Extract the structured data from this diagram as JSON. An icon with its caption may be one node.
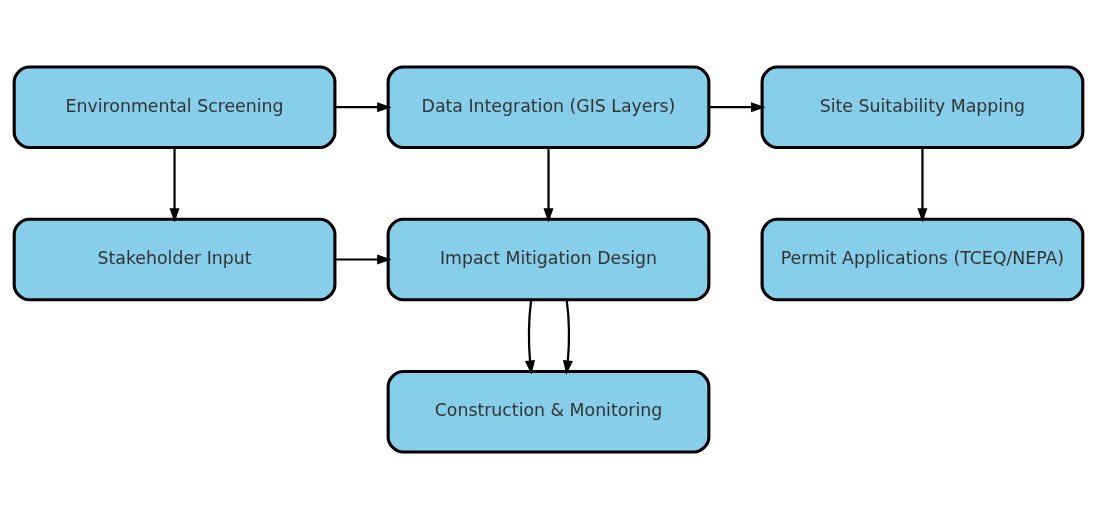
{
  "diagram": {
    "nodes": [
      {
        "text": [
          "Environmental Screening"
        ]
      },
      {
        "text": [
          "Data Integration (GIS Layers)"
        ]
      },
      {
        "text": [
          "Site Suitability Mapping"
        ]
      },
      {
        "text": [
          "Stakeholder Input"
        ]
      },
      {
        "text": [
          "Impact Mitigation Design"
        ]
      },
      {
        "text": [
          "Permit Applications (TCEQ/NEPA)"
        ]
      },
      {
        "text": [
          "Construction & Monitoring"
        ]
      }
    ],
    "edges": [
      {
        "from": 0,
        "to": 1,
        "arrow": "to"
      },
      {
        "from": 0,
        "to": 3,
        "arrow": "to"
      },
      {
        "from": 1,
        "to": 2,
        "arrow": "to"
      },
      {
        "from": 1,
        "to": 4,
        "arrow": "to"
      },
      {
        "from": 2,
        "to": 5,
        "arrow": "to"
      },
      {
        "from": 3,
        "to": 4,
        "arrow": "to"
      },
      {
        "from": 4,
        "to": 6,
        "arrow": "to"
      },
      {
        "from": 4,
        "to": 6,
        "arrow": "to"
      }
    ]
  }
}
